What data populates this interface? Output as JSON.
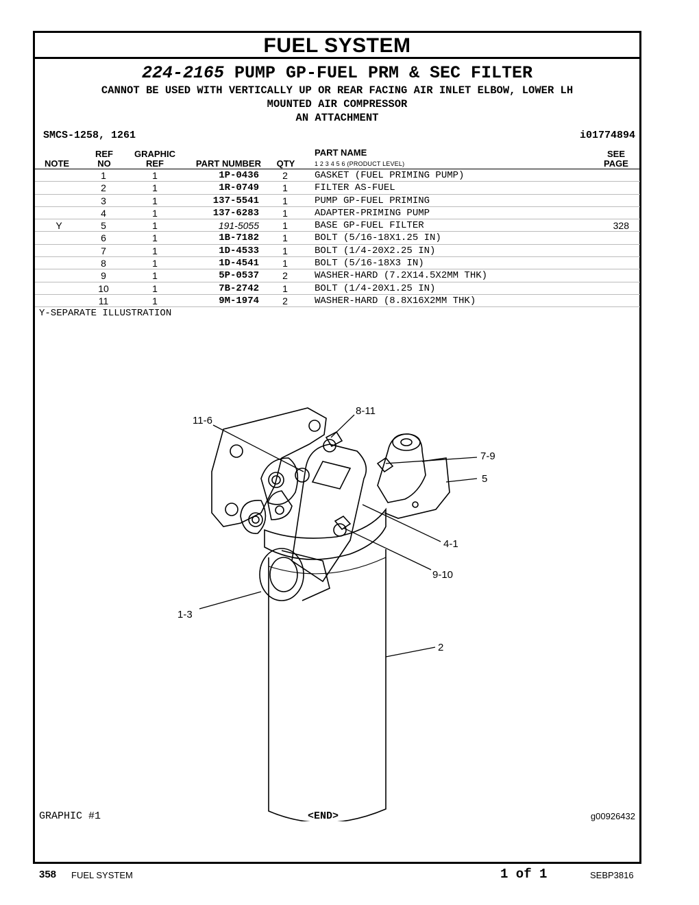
{
  "title": "FUEL SYSTEM",
  "group": {
    "number": "224-2165",
    "name": "PUMP GP-FUEL PRM & SEC FILTER",
    "notes": [
      "CANNOT BE USED WITH VERTICALLY UP OR REAR FACING AIR INLET ELBOW, LOWER LH",
      "MOUNTED AIR COMPRESSOR",
      "AN ATTACHMENT"
    ]
  },
  "smcs": "SMCS-1258, 1261",
  "illustration_id": "i01774894",
  "columns": {
    "note": "NOTE",
    "ref_top": "REF",
    "ref_bottom": "NO",
    "graphic_top": "GRAPHIC",
    "graphic_bottom": "REF",
    "part_number": "PART NUMBER",
    "qty": "QTY",
    "part_name": "PART NAME",
    "product_levels": "1   2   3   4   5   6  (PRODUCT LEVEL)",
    "see_top": "SEE",
    "see_bottom": "PAGE"
  },
  "parts": [
    {
      "note": "",
      "ref": "1",
      "graphic": "1",
      "part_number": "1P-0436",
      "qty": "2",
      "name": "GASKET (FUEL PRIMING PUMP)",
      "see": ""
    },
    {
      "note": "",
      "ref": "2",
      "graphic": "1",
      "part_number": "1R-0749",
      "qty": "1",
      "name": "FILTER AS-FUEL",
      "see": ""
    },
    {
      "note": "",
      "ref": "3",
      "graphic": "1",
      "part_number": "137-5541",
      "qty": "1",
      "name": "PUMP GP-FUEL PRIMING",
      "see": ""
    },
    {
      "note": "",
      "ref": "4",
      "graphic": "1",
      "part_number": "137-6283",
      "qty": "1",
      "name": "ADAPTER-PRIMING PUMP",
      "see": ""
    },
    {
      "note": "Y",
      "ref": "5",
      "graphic": "1",
      "part_number": "191-5055",
      "qty": "1",
      "name": "BASE GP-FUEL FILTER",
      "see": "328"
    },
    {
      "note": "",
      "ref": "6",
      "graphic": "1",
      "part_number": "1B-7182",
      "qty": "1",
      "name": "BOLT (5/16-18X1.25 IN)",
      "see": ""
    },
    {
      "note": "",
      "ref": "7",
      "graphic": "1",
      "part_number": "1D-4533",
      "qty": "1",
      "name": "BOLT (1/4-20X2.25 IN)",
      "see": ""
    },
    {
      "note": "",
      "ref": "8",
      "graphic": "1",
      "part_number": "1D-4541",
      "qty": "1",
      "name": "BOLT (5/16-18X3 IN)",
      "see": ""
    },
    {
      "note": "",
      "ref": "9",
      "graphic": "1",
      "part_number": "5P-0537",
      "qty": "2",
      "name": "WASHER-HARD (7.2X14.5X2MM THK)",
      "see": ""
    },
    {
      "note": "",
      "ref": "10",
      "graphic": "1",
      "part_number": "7B-2742",
      "qty": "1",
      "name": "BOLT (1/4-20X1.25 IN)",
      "see": ""
    },
    {
      "note": "",
      "ref": "11",
      "graphic": "1",
      "part_number": "9M-1974",
      "qty": "2",
      "name": "WASHER-HARD (8.8X16X2MM THK)",
      "see": ""
    }
  ],
  "legend": "Y-SEPARATE ILLUSTRATION",
  "callouts": {
    "c11_6": "11-6",
    "c8_11": "8-11",
    "c7_9": "7-9",
    "c5": "5",
    "c4_1": "4-1",
    "c9_10": "9-10",
    "c1_3": "1-3",
    "c2": "2"
  },
  "graphic_label": "GRAPHIC #1",
  "end_label": "<END>",
  "graphic_id": "g00926432",
  "footer": {
    "page_number": "358",
    "section": "FUEL SYSTEM",
    "page_of": "1 of 1",
    "doc_id": "SEBP3816"
  }
}
